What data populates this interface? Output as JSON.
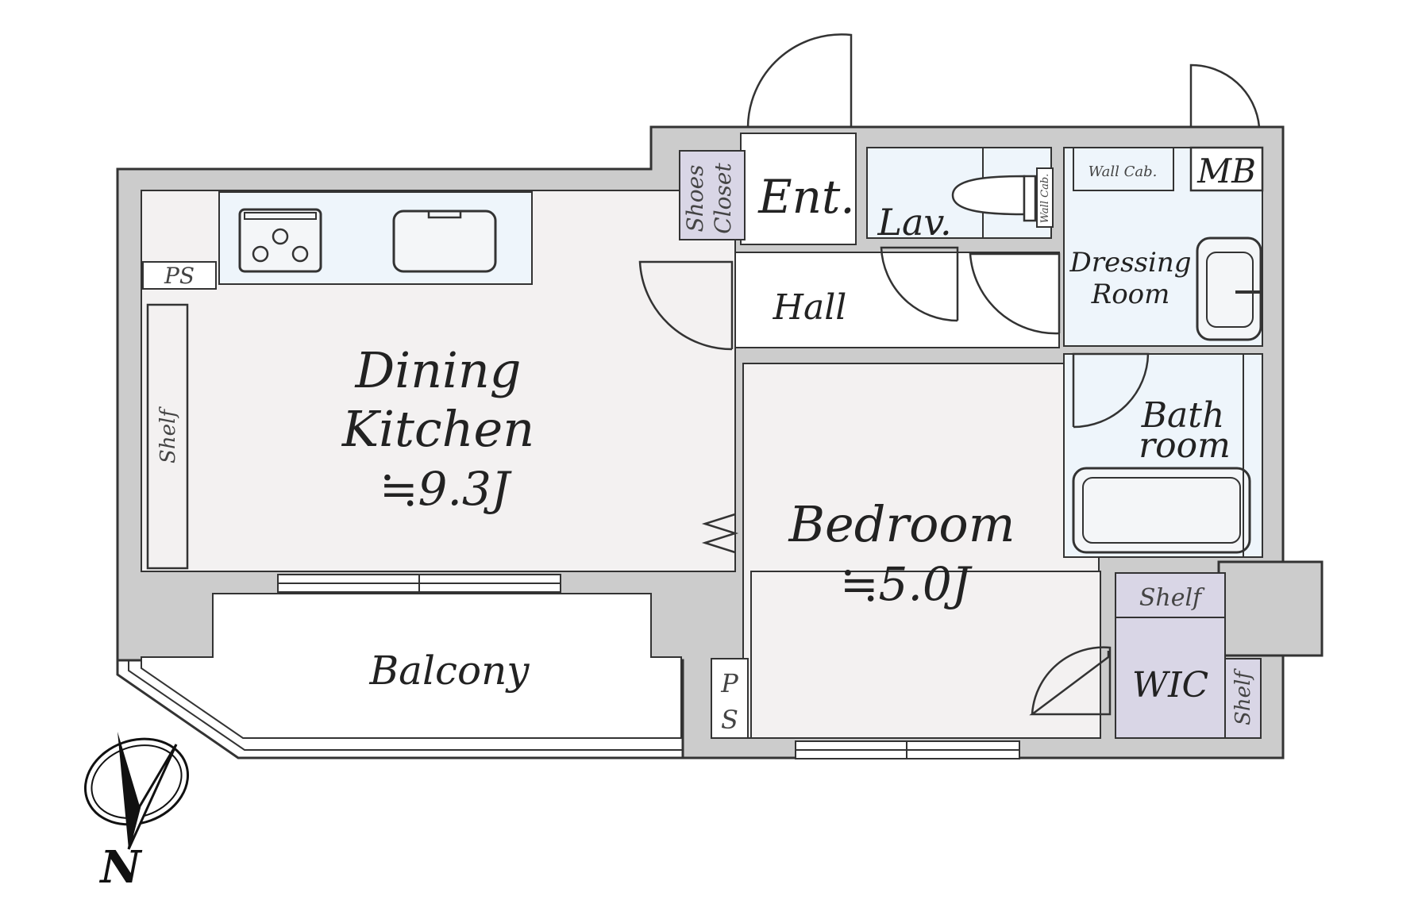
{
  "colors": {
    "wall": "#cccccc",
    "wall_stroke": "#333333",
    "floor_living": "#f3f1f1",
    "floor_wet": "#eef5fb",
    "storage": "#d9d6e6",
    "line": "#333333"
  },
  "rooms": {
    "dining_kitchen": {
      "line1": "Dining",
      "line2": "Kitchen",
      "area": "≒9.3J"
    },
    "bedroom": {
      "name": "Bedroom",
      "area": "≒5.0J"
    },
    "balcony": "Balcony",
    "hall": "Hall",
    "entrance": "Ent.",
    "lavatory": "Lav.",
    "dressing_room": {
      "line1": "Dressing",
      "line2": "Room"
    },
    "bathroom": {
      "line1": "Bath",
      "line2": "room"
    },
    "wic": "WIC"
  },
  "fixtures": {
    "shoes_closet": {
      "line1": "Shoes",
      "line2": "Closet"
    },
    "ps_kitchen": "PS",
    "ps_bedroom": {
      "line1": "P",
      "line2": "S"
    },
    "shelf_kitchen": "Shelf",
    "shelf_wic_top": "Shelf",
    "shelf_wic_side": "Shelf",
    "wall_cab_dressing": "Wall Cab.",
    "wall_cab_lav": "Wall Cab.",
    "mb": "MB"
  },
  "compass": {
    "letter": "N",
    "icon": "north-arrow-icon"
  }
}
